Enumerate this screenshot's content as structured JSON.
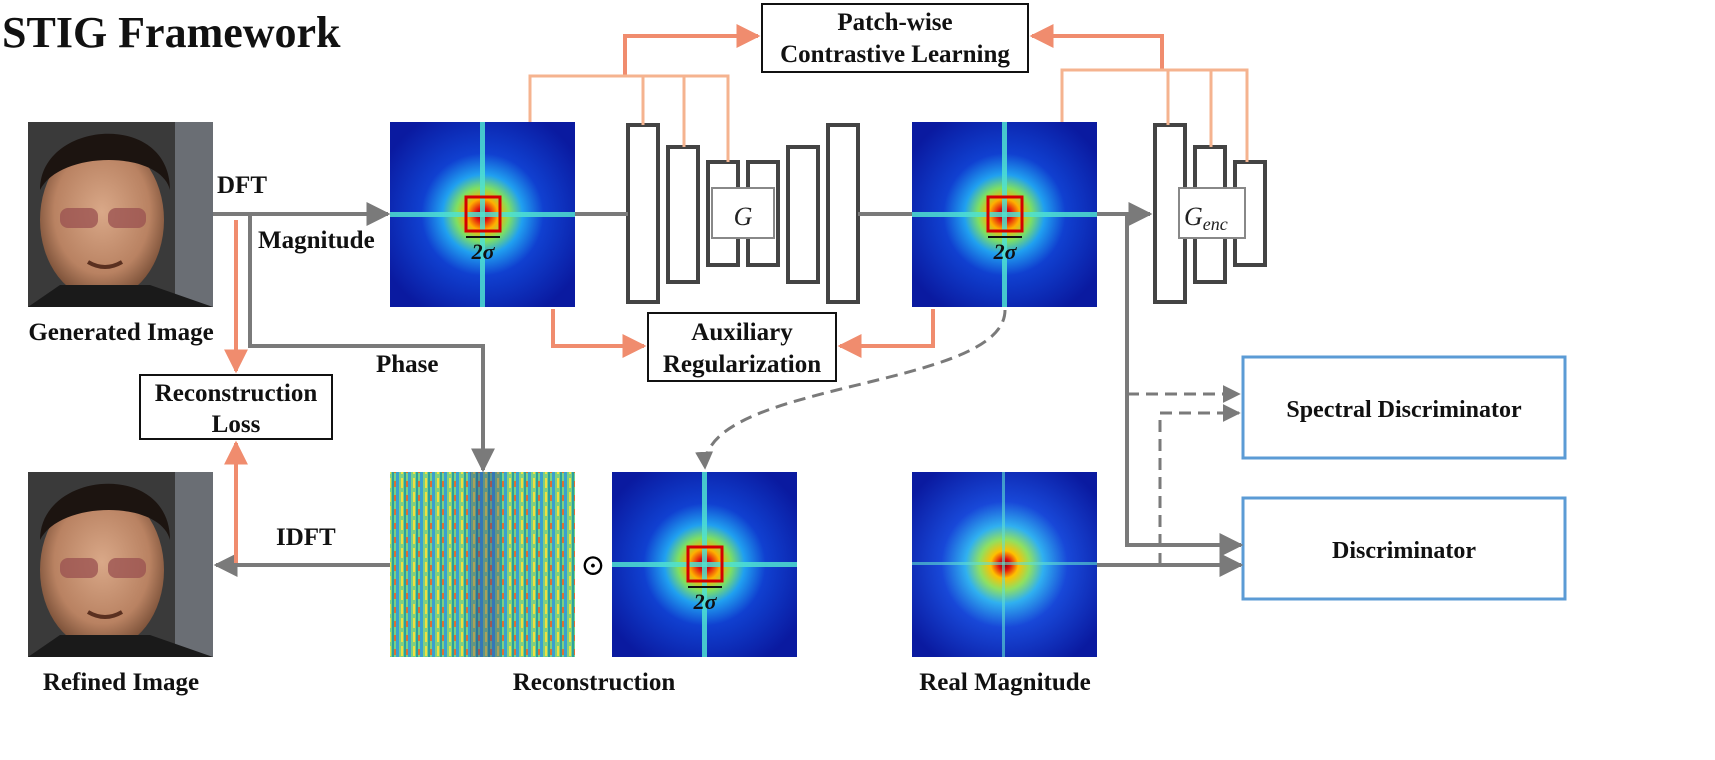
{
  "title": "STIG Framework",
  "labels": {
    "dft": "DFT",
    "magnitude": "Magnitude",
    "phase": "Phase",
    "idft": "IDFT",
    "generated_image": "Generated Image",
    "refined_image": "Refined Image",
    "reconstruction": "Reconstruction",
    "real_magnitude": "Real Magnitude",
    "sigma_1": "2σ",
    "sigma_2": "2σ",
    "sigma_3": "2σ",
    "hadamard": "⊙"
  },
  "boxes": {
    "patch_line1": "Patch-wise",
    "patch_line2": "Contrastive Learning",
    "aux_line1": "Auxiliary",
    "aux_line2": "Regularization",
    "recon_line1": "Reconstruction",
    "recon_line2": "Loss",
    "spectral_disc": "Spectral Discriminator",
    "disc": "Discriminator"
  },
  "generator": {
    "g_main": "G",
    "g_enc_base": "G",
    "g_enc_sub": "enc"
  },
  "colors": {
    "arrow_gray": "#7a7a7a",
    "arrow_orange": "#f08c6e",
    "line_orange_light": "#f5b38f",
    "disc_border": "#5b9bd5",
    "block_stroke": "#444444",
    "spectrum_bg": "#0a1fa8",
    "spectrum_center": "#c00000",
    "crop_box": "#d40000"
  }
}
